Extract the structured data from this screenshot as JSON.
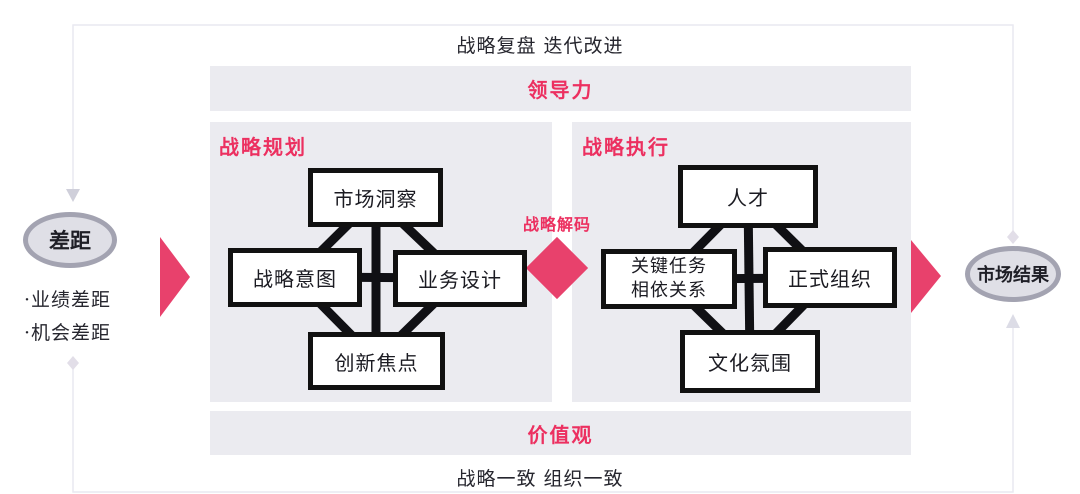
{
  "colors": {
    "accent_shape": "#e8416c",
    "accent_text": "#ec3060",
    "panel_bg": "#ebebf0",
    "box_border": "#111111",
    "ellipse_border": "#a3a3b1",
    "ellipse_bg": "#dfdfe6",
    "text_dark": "#26262e",
    "loop_line": "#e9e9f1"
  },
  "top_caption": "战略复盘 迭代改进",
  "bottom_caption": "战略一致 组织一致",
  "leadership_bar": {
    "label": "领导力"
  },
  "values_bar": {
    "label": "价值观"
  },
  "gap_node": {
    "label": "差距",
    "bullets": [
      "·业绩差距",
      "·机会差距"
    ]
  },
  "result_node": {
    "label": "市场结果"
  },
  "decode": {
    "label": "战略解码"
  },
  "planning": {
    "title": "战略规划",
    "boxes": {
      "top": "市场洞察",
      "left": "战略意图",
      "right": "业务设计",
      "bottom": "创新焦点"
    }
  },
  "execution": {
    "title": "战略执行",
    "boxes": {
      "top": "人才",
      "left_line1": "关键任务",
      "left_line2": "相依关系",
      "right": "正式组织",
      "bottom": "文化氛围"
    }
  }
}
